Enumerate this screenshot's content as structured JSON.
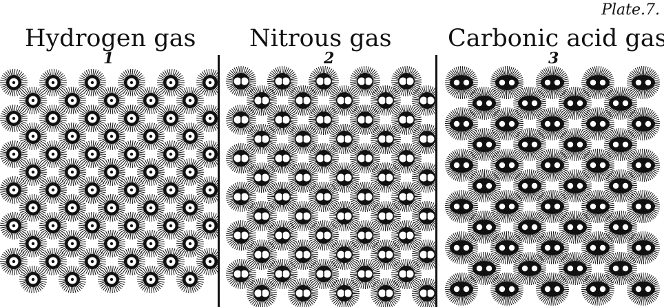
{
  "plate_label": "Plate.7.",
  "panels": [
    {
      "title": "Hydrogen gas",
      "number": "1",
      "particle": "single"
    },
    {
      "title": "Nitrous gas",
      "number": "2",
      "particle": "double"
    },
    {
      "title": "Carbonic acid gas",
      "number": "3",
      "particle": "pair"
    }
  ],
  "colors": {
    "ink": "#111111",
    "paper": "#ffffff"
  }
}
